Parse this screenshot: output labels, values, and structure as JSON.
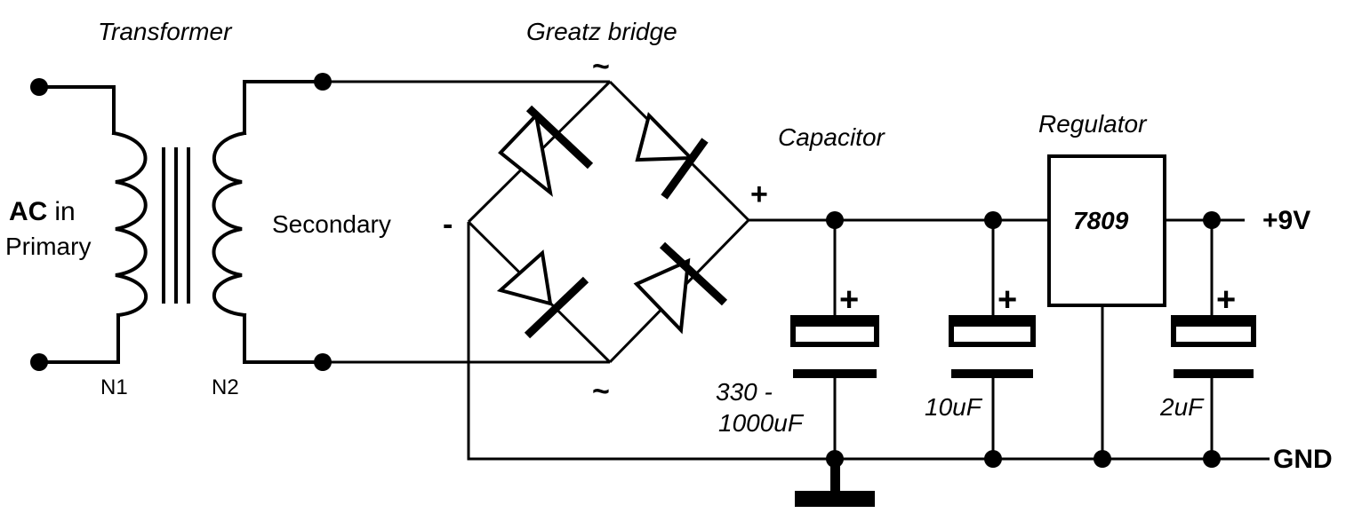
{
  "labels": {
    "transformer": "Transformer",
    "bridge": "Greatz bridge",
    "capacitor": "Capacitor",
    "regulator": "Regulator",
    "ac_bold": "AC",
    "ac_in": "in",
    "primary": "Primary",
    "secondary": "Secondary",
    "n1": "N1",
    "n2": "N2",
    "tilde_top": "~",
    "tilde_bottom": "~",
    "minus": "-",
    "plus_bridge": "+",
    "regulator_part": "7809",
    "output_voltage": "+9V",
    "ground": "GND",
    "cap1_value_line1": "330 -",
    "cap1_value_line2": "1000uF",
    "cap2_value": "10uF",
    "cap3_value": "2uF",
    "cap_plus": "+"
  }
}
